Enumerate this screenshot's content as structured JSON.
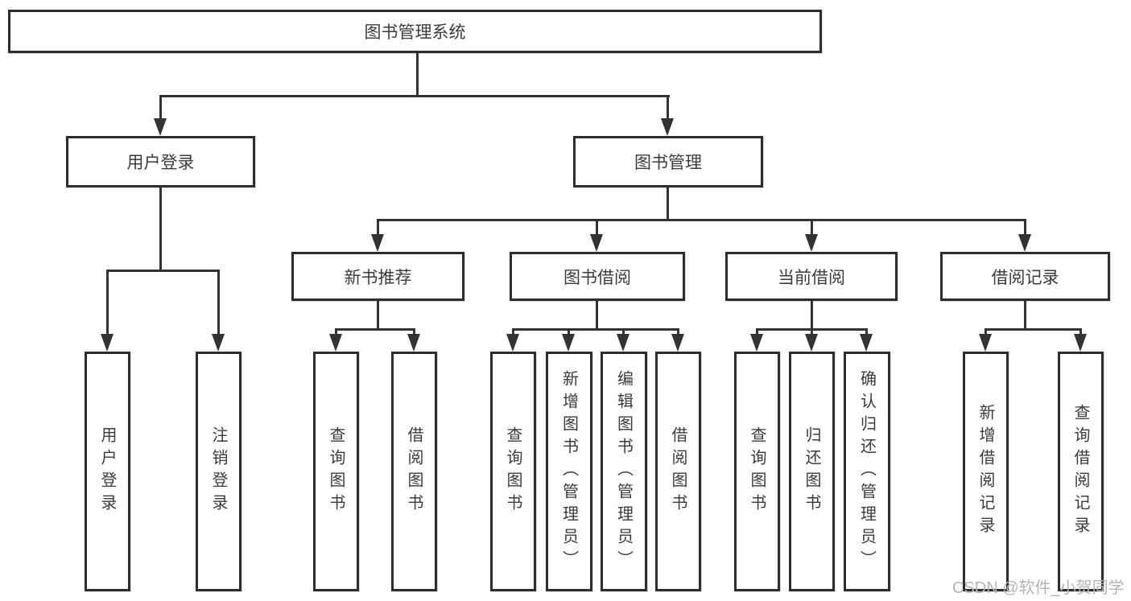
{
  "diagram": {
    "title_node": {
      "label": "图书管理系统"
    },
    "level2": [
      {
        "label": "用户登录"
      },
      {
        "label": "图书管理"
      }
    ],
    "level3": [
      {
        "label": "新书推荐",
        "parent": "图书管理"
      },
      {
        "label": "图书借阅",
        "parent": "图书管理"
      },
      {
        "label": "当前借阅",
        "parent": "图书管理"
      },
      {
        "label": "借阅记录",
        "parent": "图书管理"
      }
    ],
    "leaves": [
      {
        "label": "用户登录",
        "parent": "用户登录"
      },
      {
        "label": "注销登录",
        "parent": "用户登录"
      },
      {
        "label": "查询图书",
        "parent": "新书推荐"
      },
      {
        "label": "借阅图书",
        "parent": "新书推荐"
      },
      {
        "label": "查询图书",
        "parent": "图书借阅"
      },
      {
        "label": "新增图书（管理员）",
        "parent": "图书借阅"
      },
      {
        "label": "编辑图书（管理员）",
        "parent": "图书借阅"
      },
      {
        "label": "借阅图书",
        "parent": "图书借阅"
      },
      {
        "label": "查询图书",
        "parent": "当前借阅"
      },
      {
        "label": "归还图书",
        "parent": "当前借阅"
      },
      {
        "label": "确认归还（管理员）",
        "parent": "当前借阅"
      },
      {
        "label": "新增借阅记录",
        "parent": "借阅记录"
      },
      {
        "label": "查询借阅记录",
        "parent": "借阅记录"
      }
    ],
    "colors": {
      "line": "#333333",
      "border": "#2e2e2e",
      "text": "#3b3b3b",
      "background": "#ffffff"
    }
  },
  "watermark": {
    "text": "CSDN @软件_小贺同学",
    "color": "#b4b4b4"
  }
}
